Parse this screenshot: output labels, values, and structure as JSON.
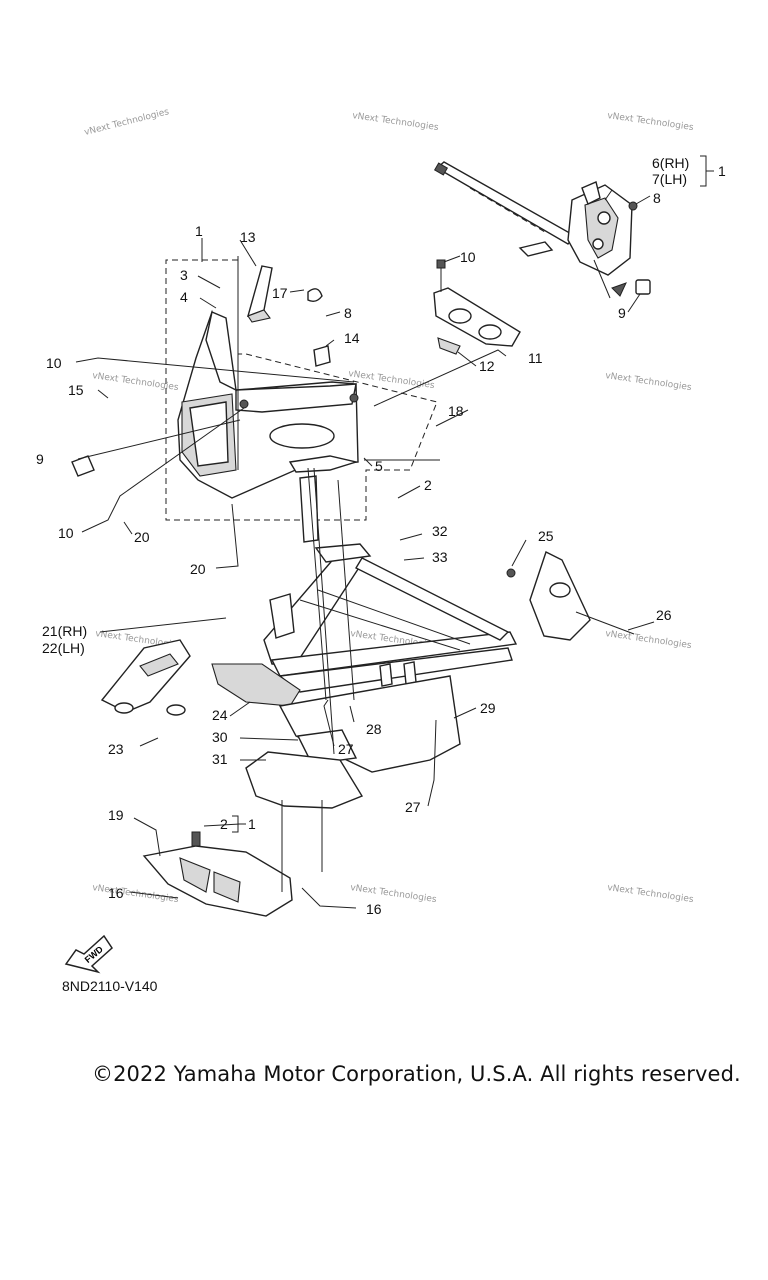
{
  "labels": {
    "l1a": "1",
    "l1b": "1",
    "l1c": "1",
    "l2a": "2",
    "l2b": "2",
    "l3": "3",
    "l4": "4",
    "l5": "5",
    "l6": "6(RH)",
    "l7": "7(LH)",
    "l8a": "8",
    "l8b": "8",
    "l9a": "9",
    "l9b": "9",
    "l10a": "10",
    "l10b": "10",
    "l10c": "10",
    "l11": "11",
    "l12": "12",
    "l13": "13",
    "l14": "14",
    "l15": "15",
    "l16a": "16",
    "l16b": "16",
    "l17": "17",
    "l18": "18",
    "l19": "19",
    "l20a": "20",
    "l20b": "20",
    "l21": "21(RH)",
    "l22": "22(LH)",
    "l23": "23",
    "l24": "24",
    "l25": "25",
    "l26": "26",
    "l27a": "27",
    "l27b": "27",
    "l28": "28",
    "l29": "29",
    "l30": "30",
    "l31": "31",
    "l32": "32",
    "l33": "33"
  },
  "fwd_arrow_text": "FWD",
  "watermark_text": "vNext Technologies",
  "diagram_code": "8ND2110-V140",
  "copyright": "©2022 Yamaha Motor Corporation, U.S.A. All rights reserved."
}
